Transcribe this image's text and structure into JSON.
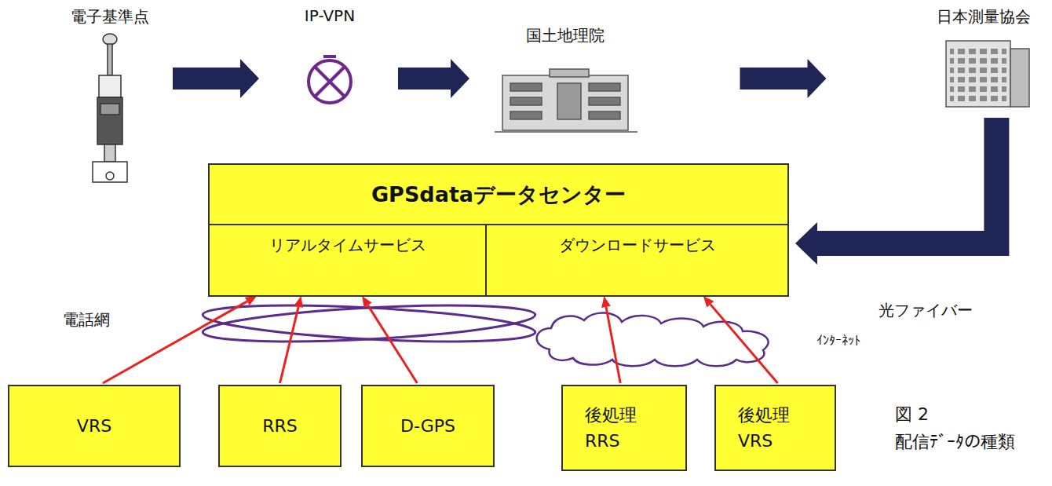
{
  "diagram": {
    "caption": "図 2 配信ﾃﾞｰﾀの種類",
    "nodes": [
      {
        "text": [
          "電子基準点"
        ]
      },
      {
        "text": [
          "IP-VPN"
        ]
      },
      {
        "text": [
          "国土地理院"
        ]
      },
      {
        "text": [
          "日本測量協会"
        ]
      },
      {
        "text": [
          "GPSdataデータセンター"
        ]
      },
      {
        "text": [
          "リアルタイムサービス"
        ],
        "in": 4
      },
      {
        "text": [
          "ダウンロードサービス"
        ],
        "in": 4
      },
      {
        "text": [
          "VRS"
        ]
      },
      {
        "text": [
          "RRS"
        ]
      },
      {
        "text": [
          "D-GPS"
        ]
      },
      {
        "text": [
          "後処理 RRS"
        ]
      },
      {
        "text": [
          "後処理 VRS"
        ]
      }
    ],
    "edges": [
      {
        "from": 0,
        "to": 1,
        "arrow": "to"
      },
      {
        "from": 1,
        "to": 2,
        "arrow": "to"
      },
      {
        "from": 2,
        "to": 3,
        "arrow": "to"
      },
      {
        "from": 3,
        "to": 4,
        "label": "光ファイバー",
        "arrow": "to"
      },
      {
        "from": 7,
        "to": 5,
        "arrow": "to"
      },
      {
        "from": 8,
        "to": 5,
        "arrow": "to"
      },
      {
        "from": 9,
        "to": 5,
        "arrow": "to"
      },
      {
        "from": 10,
        "to": 6,
        "arrow": "to"
      },
      {
        "from": 11,
        "to": 6,
        "arrow": "to"
      }
    ],
    "labels": [
      "電話網",
      "ｲﾝﾀｰﾈｯﾄ"
    ]
  }
}
